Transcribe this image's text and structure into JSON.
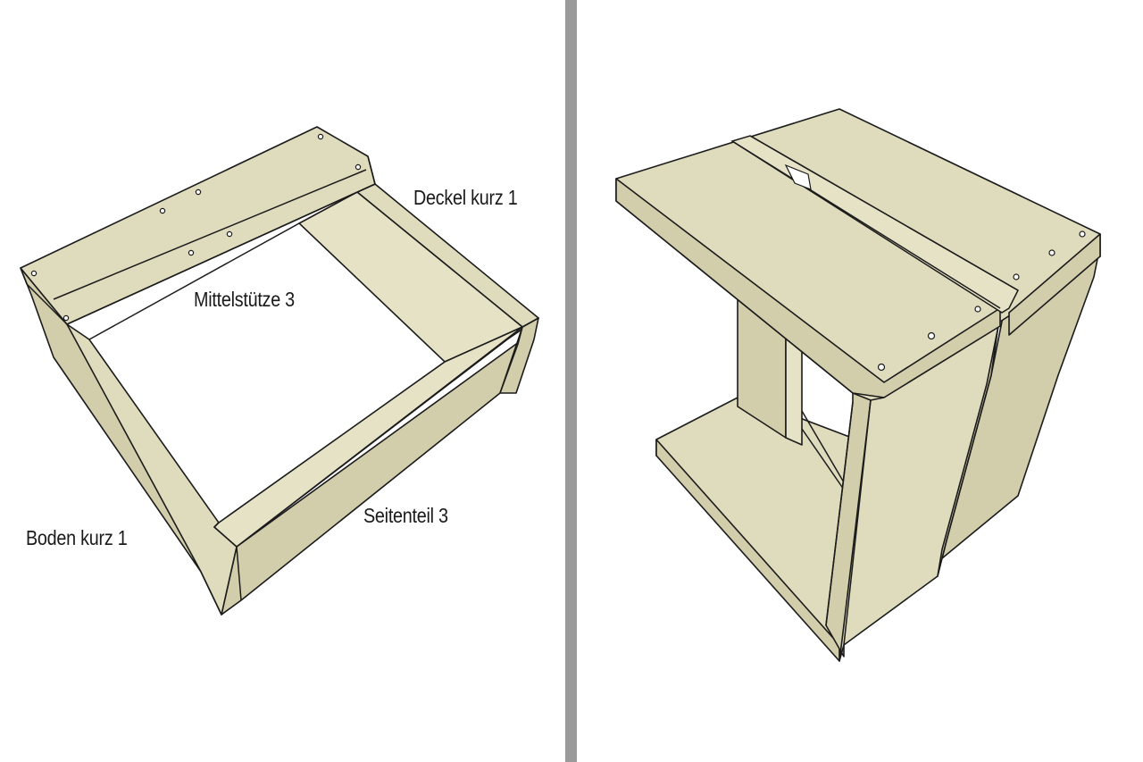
{
  "colors": {
    "wood": "#dfdbbd",
    "divider": "#9a9a9a",
    "line": "#1b1b1b"
  },
  "labels": {
    "deckel_kurz": "Deckel kurz 1",
    "mittelstuetze": "Mittelstütze 3",
    "boden_kurz": "Boden kurz 1",
    "seitenteil": "Seitenteil 3"
  }
}
